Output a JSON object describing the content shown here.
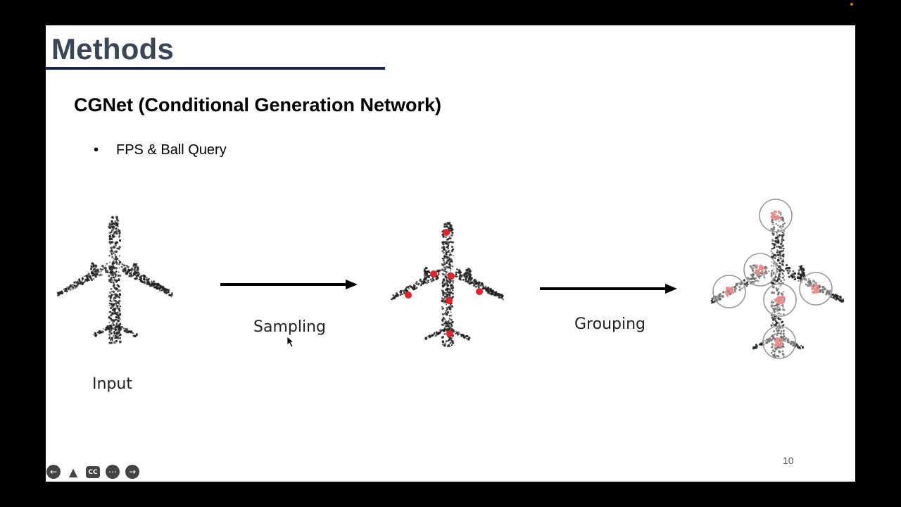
{
  "slide": {
    "title": "Methods",
    "subtitle": "CGNet (Conditional Generation Network)",
    "bullet": "FPS & Ball Query",
    "page_number": "10"
  },
  "figure": {
    "labels": {
      "input": "Input",
      "sampling": "Sampling",
      "grouping": "Grouping"
    },
    "colors": {
      "points": "#222222",
      "sample_point": "#e8202a",
      "group_point": "#f08a8a",
      "circle": "#9a9a9a"
    }
  },
  "controls": {
    "prev_icon": "arrow-left-icon",
    "pointer_icon": "pointer-icon",
    "cc_label": "CC",
    "more_icon": "more-icon",
    "next_icon": "arrow-right-icon"
  }
}
